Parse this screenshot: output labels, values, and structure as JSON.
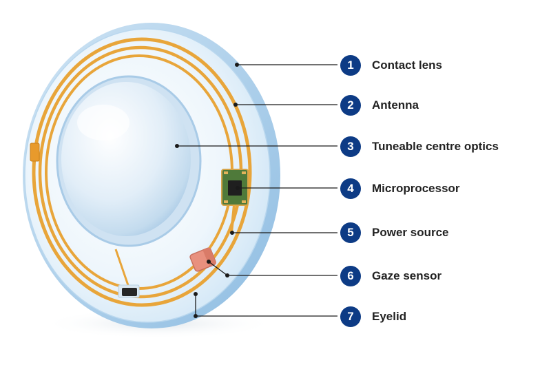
{
  "components": [
    {
      "number": "1",
      "label": "Contact lens"
    },
    {
      "number": "2",
      "label": "Antenna"
    },
    {
      "number": "3",
      "label": "Tuneable centre optics"
    },
    {
      "number": "4",
      "label": "Microprocessor"
    },
    {
      "number": "5",
      "label": "Power source"
    },
    {
      "number": "6",
      "label": "Gaze sensor"
    },
    {
      "number": "7",
      "label": "Eyelid"
    }
  ],
  "colors": {
    "badge": "#0d3b85",
    "antenna": "#e8a53a",
    "lens_edge": "#9cc6e6",
    "chip": "#4f7a3a",
    "sensor": "#e8907e"
  }
}
